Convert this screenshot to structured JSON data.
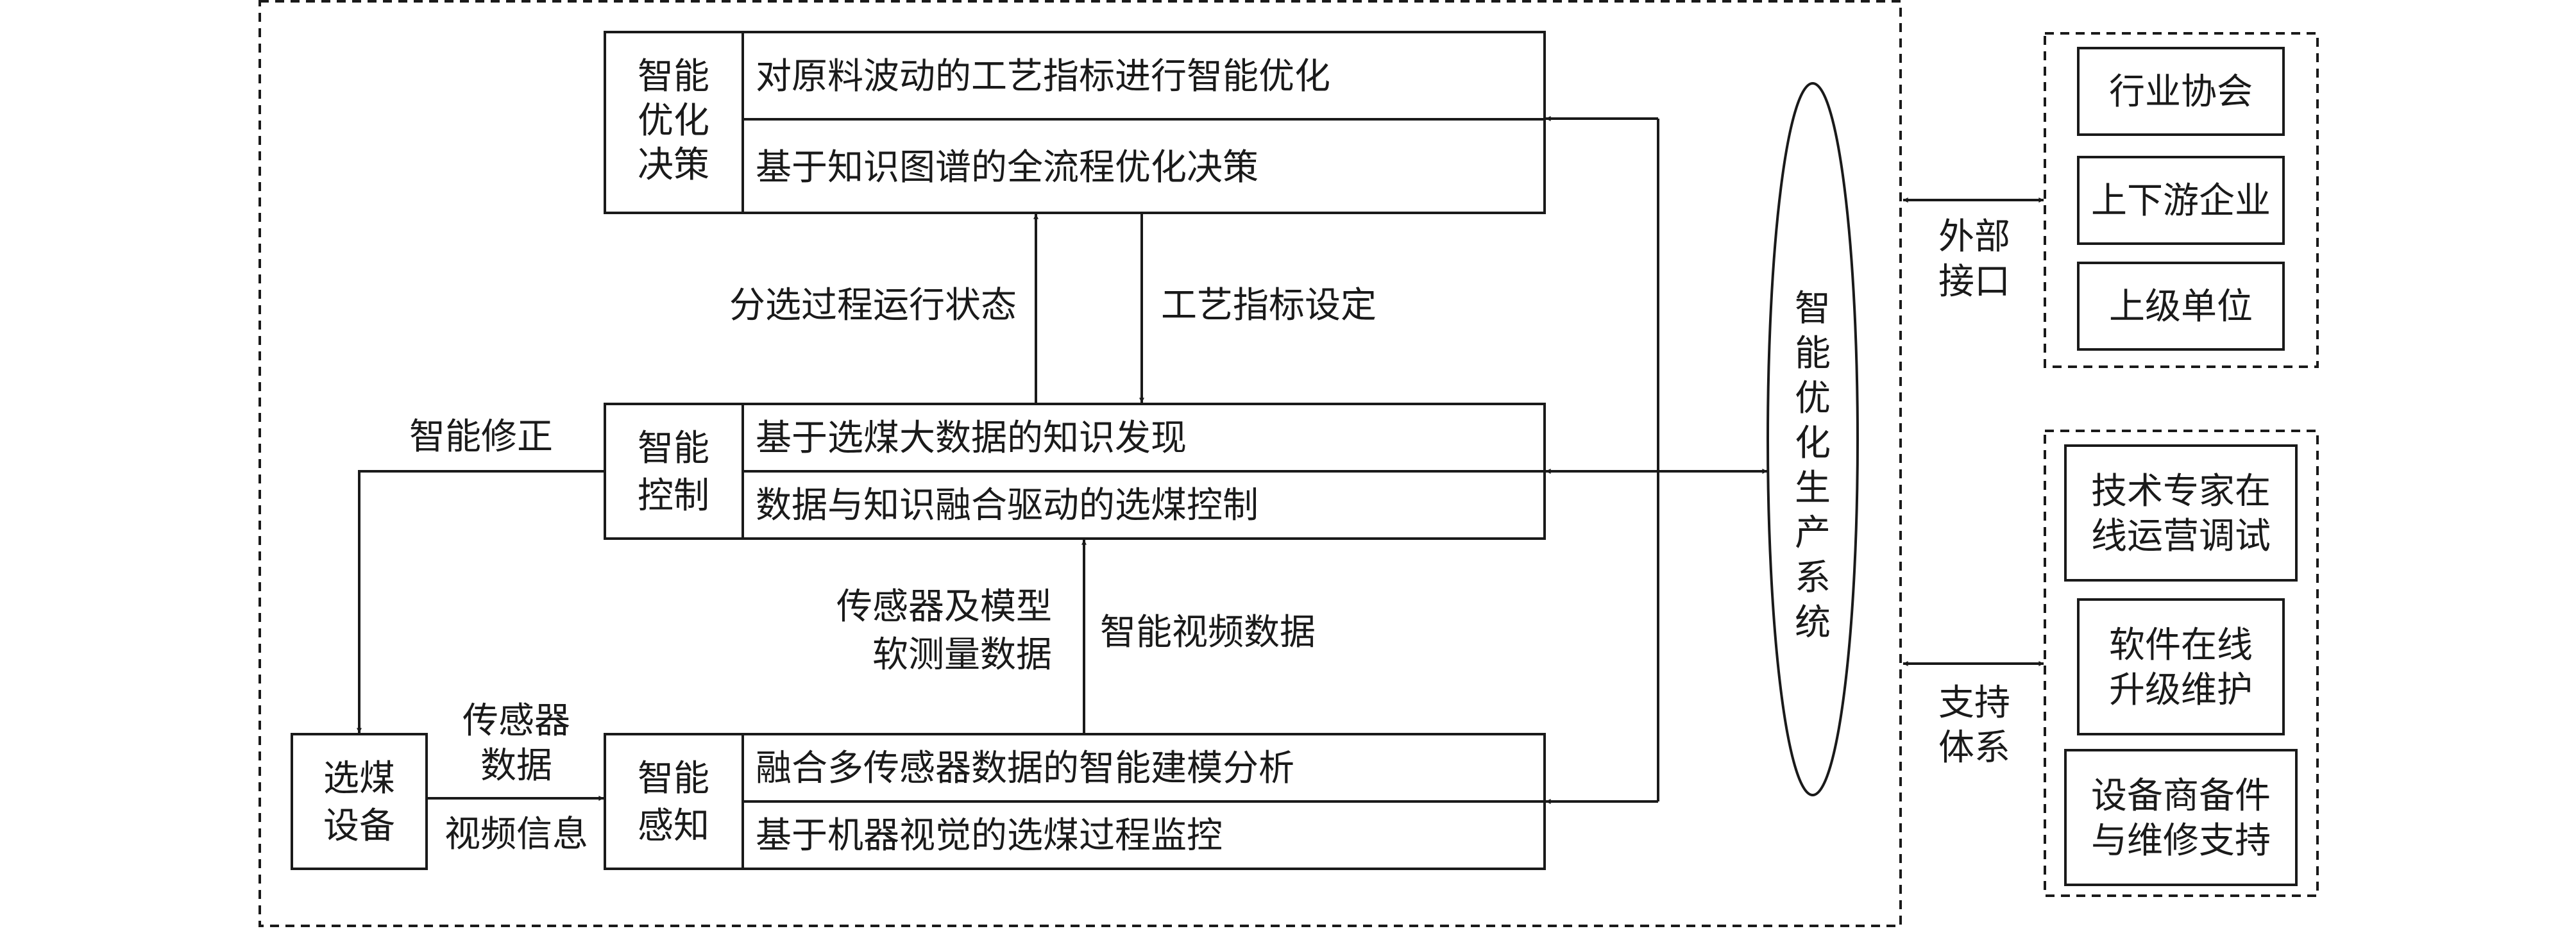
{
  "decision": {
    "title": [
      "智能",
      "优化",
      "决策"
    ],
    "row1": "对原料波动的工艺指标进行智能优化",
    "row2": "基于知识图谱的全流程优化决策"
  },
  "control": {
    "title": [
      "智能",
      "控制"
    ],
    "row1": "基于选煤大数据的知识发现",
    "row2": "数据与知识融合驱动的选煤控制"
  },
  "perception": {
    "title": [
      "智能",
      "感知"
    ],
    "row1": "融合多传感器数据的智能建模分析",
    "row2": "基于机器视觉的选煤过程监控"
  },
  "equipment": {
    "title": [
      "选煤",
      "设备"
    ]
  },
  "labels": {
    "status": "分选过程运行状态",
    "setpoint": "工艺指标设定",
    "correction": "智能修正",
    "sensor_model": [
      "传感器及模型",
      "软测量数据"
    ],
    "video_data": "智能视频数据",
    "sensor_data": [
      "传感器",
      "数据"
    ],
    "video_info": "视频信息",
    "external": [
      "外部",
      "接口"
    ],
    "support": [
      "支持",
      "体系"
    ]
  },
  "system": {
    "chars": [
      "智",
      "能",
      "优",
      "化",
      "生",
      "产",
      "系",
      "统"
    ]
  },
  "external_items": [
    "行业协会",
    "上下游企业",
    "上级单位"
  ],
  "support_items": [
    [
      "技术专家在",
      "线运营调试"
    ],
    [
      "软件在线",
      "升级维护"
    ],
    [
      "设备商备件",
      "与维修支持"
    ]
  ]
}
